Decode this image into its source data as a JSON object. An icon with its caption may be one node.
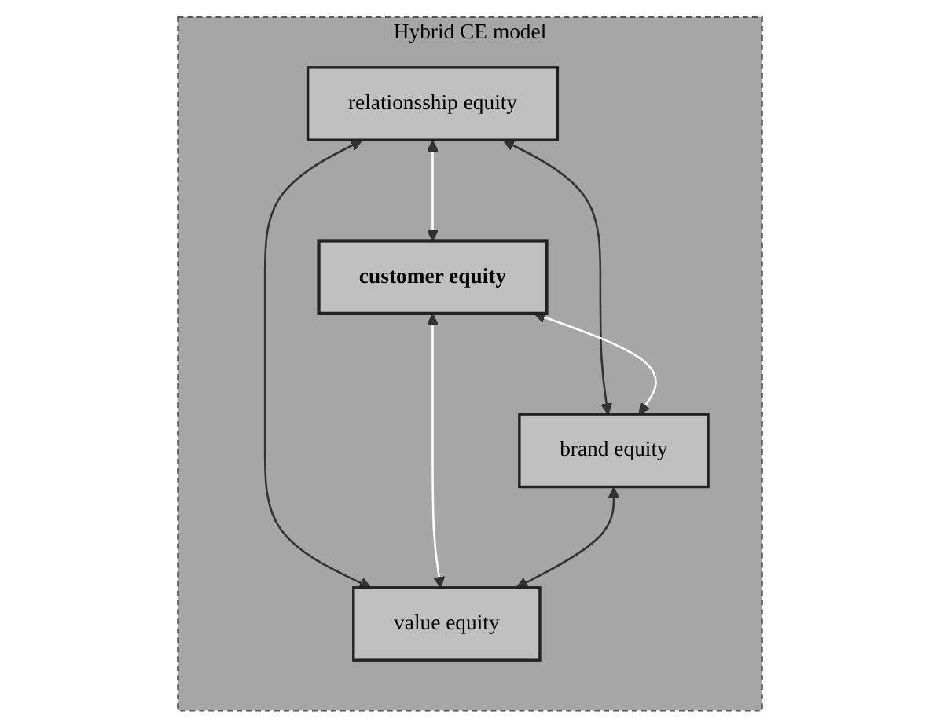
{
  "diagram": {
    "nodes": [
      {
        "text": [
          "Hybrid CE model"
        ]
      },
      {
        "text": [
          "relationsship equity"
        ],
        "in": 0
      },
      {
        "text": [
          "customer equity"
        ],
        "in": 0
      },
      {
        "text": [
          "brand equity"
        ],
        "in": 0
      },
      {
        "text": [
          "value equity"
        ],
        "in": 0
      }
    ],
    "edges": [
      {
        "from": 1,
        "to": 2,
        "arrow": "both",
        "color": "#ffffff"
      },
      {
        "from": 1,
        "to": 3,
        "arrow": "both",
        "color": "#333333"
      },
      {
        "from": 1,
        "to": 4,
        "arrow": "both",
        "color": "#333333"
      },
      {
        "from": 2,
        "to": 3,
        "arrow": "both",
        "color": "#ffffff"
      },
      {
        "from": 2,
        "to": 4,
        "arrow": "both",
        "color": "#ffffff"
      },
      {
        "from": 3,
        "to": 4,
        "arrow": "both",
        "color": "#333333"
      }
    ]
  }
}
